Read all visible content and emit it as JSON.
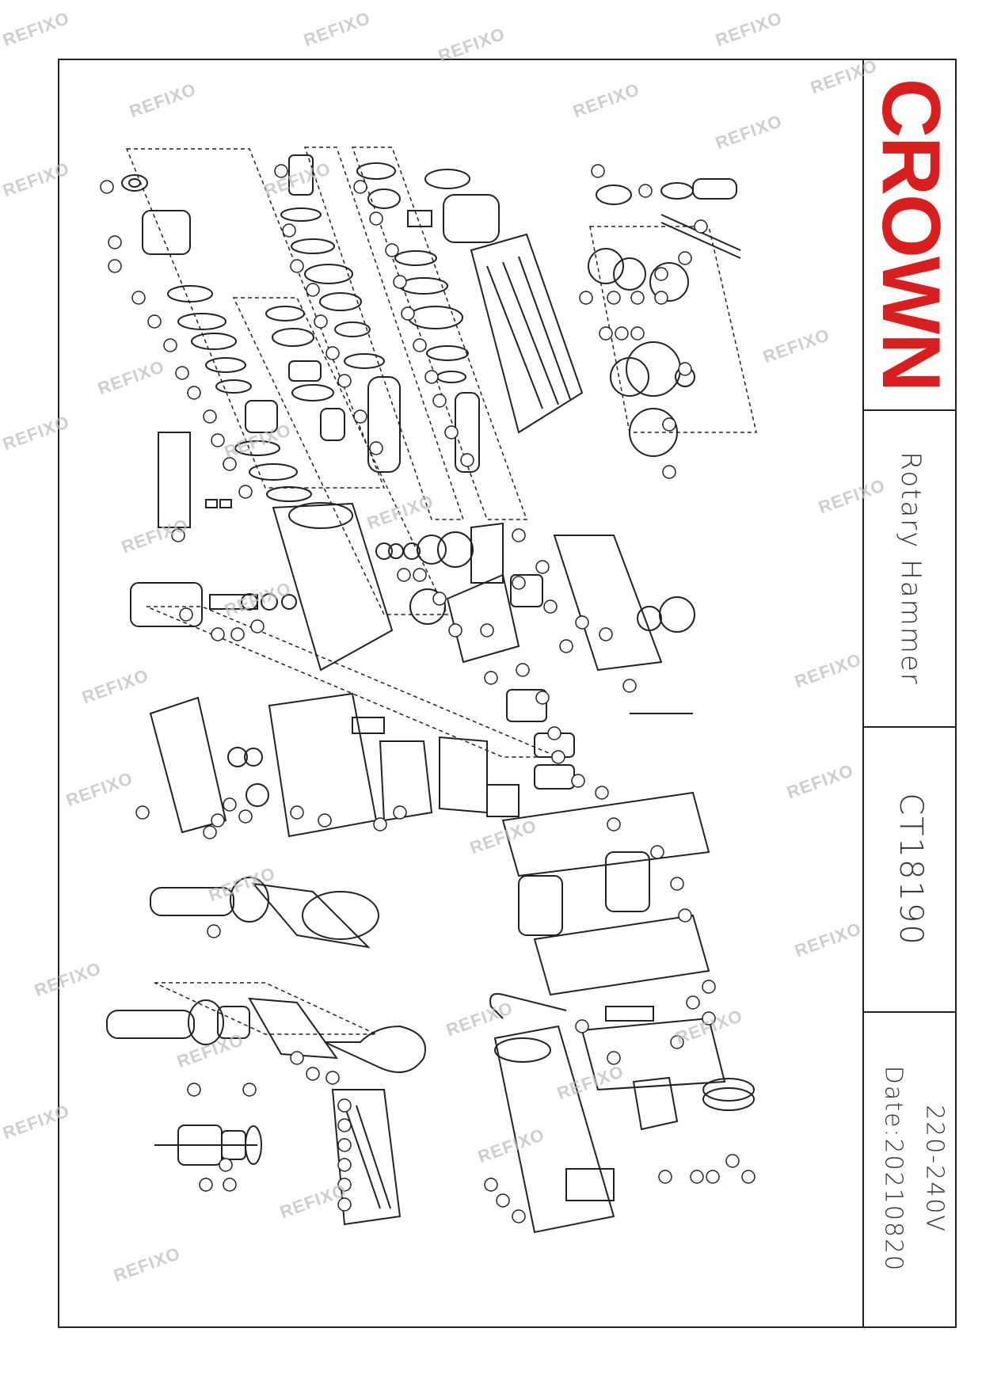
{
  "brand": "CROWN",
  "product_name": "Rotary Hammer",
  "model": "CT18190",
  "voltage": "220-240V",
  "date": "Date:20210820",
  "watermark": "REFIXO",
  "brand_color": "#d91e1e",
  "line_color": "#222222"
}
